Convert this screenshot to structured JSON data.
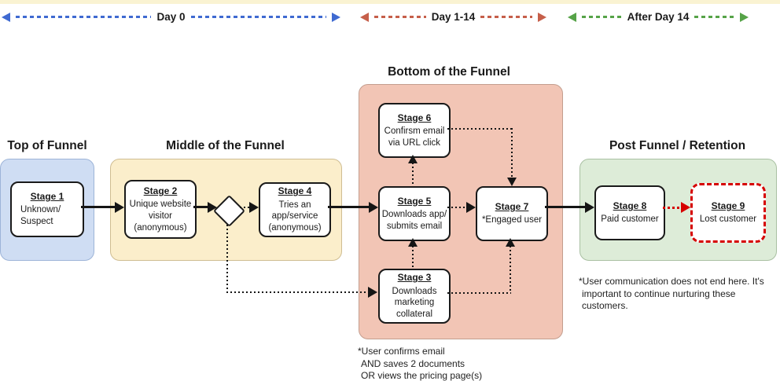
{
  "colors": {
    "top_strip": "#faf3d2",
    "panel_top_fill": "#cfddf3",
    "panel_top_border": "#9db4d8",
    "panel_middle_fill": "#fbeecb",
    "panel_middle_border": "#cfbd92",
    "panel_bottom_fill": "#f2c5b5",
    "panel_bottom_border": "#c39e8f",
    "panel_post_fill": "#ddecd8",
    "panel_post_border": "#a9c0a2",
    "timeline_day0": "#3f6ad1",
    "timeline_day114": "#c65f4a",
    "timeline_after14": "#56a348",
    "lost_red": "#d60000",
    "line_black": "#151515"
  },
  "timeline": {
    "day0": "Day 0",
    "day114": "Day 1-14",
    "after14": "After Day 14"
  },
  "headers": {
    "top": "Top of Funnel",
    "middle": "Middle of the Funnel",
    "bottom": "Bottom of the Funnel",
    "post": "Post Funnel / Retention"
  },
  "stages": {
    "s1": {
      "title": "Stage 1",
      "lines": [
        "Unknown/",
        "Suspect"
      ]
    },
    "s2": {
      "title": "Stage 2",
      "lines": [
        "Unique website",
        "visitor",
        "(anonymous)"
      ]
    },
    "s3": {
      "title": "Stage 3",
      "lines": [
        "Downloads",
        "marketing",
        "collateral"
      ]
    },
    "s4": {
      "title": "Stage 4",
      "lines": [
        "Tries an",
        "app/service",
        "(anonymous)"
      ]
    },
    "s5": {
      "title": "Stage 5",
      "lines": [
        "Downloads app/",
        "submits email"
      ]
    },
    "s6": {
      "title": "Stage 6",
      "lines": [
        "Confirsm email",
        "via URL click"
      ]
    },
    "s7": {
      "title": "Stage 7",
      "lines": [
        "*Engaged user"
      ]
    },
    "s8": {
      "title": "Stage 8",
      "lines": [
        "Paid customer"
      ]
    },
    "s9": {
      "title": "Stage 9",
      "lines": [
        "Lost customer"
      ]
    }
  },
  "footnotes": {
    "bottom_lines": [
      "*User confirms email",
      "AND saves 2 documents",
      "OR views the pricing page(s)"
    ],
    "right_lines": [
      "*User communication does not end here. It's",
      "important to continue nurturing these customers."
    ]
  }
}
